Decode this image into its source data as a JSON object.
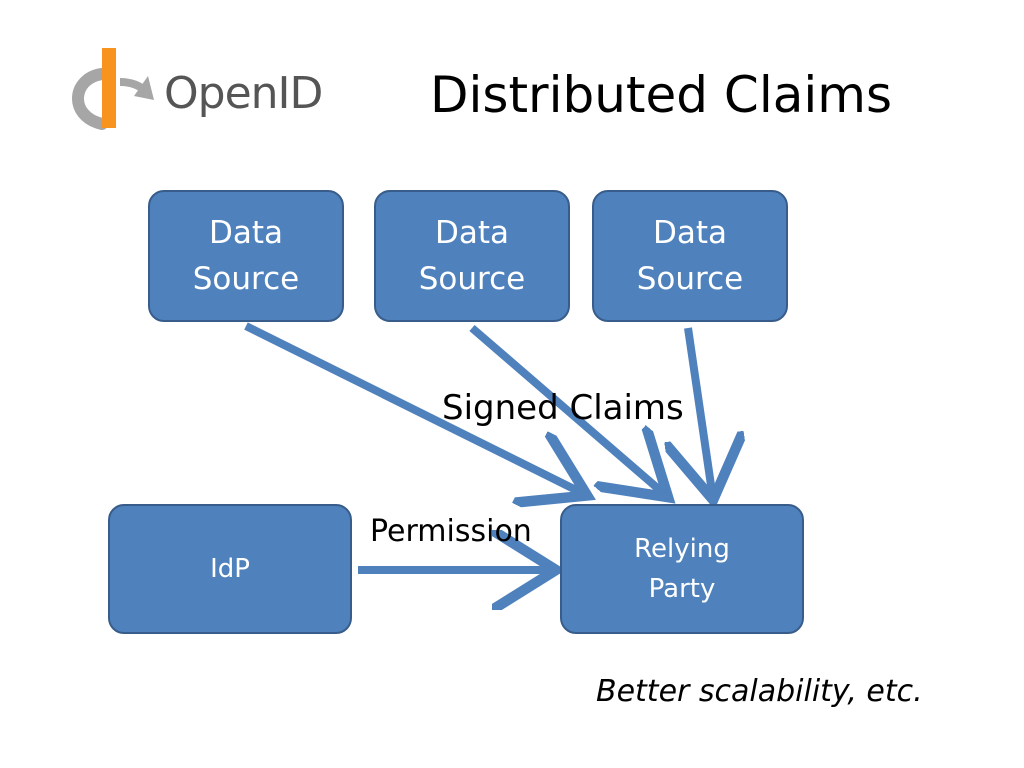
{
  "header": {
    "logo_text": "OpenID",
    "title": "Distributed Claims"
  },
  "diagram": {
    "sources": [
      {
        "label": "Data\nSource"
      },
      {
        "label": "Data\nSource"
      },
      {
        "label": "Data\nSource"
      }
    ],
    "idp": {
      "label": "IdP"
    },
    "relying_party": {
      "label": "Relying\nParty"
    },
    "signed_claims_label": "Signed Claims",
    "permission_label": "Permission"
  },
  "footer": {
    "note": "Better scalability, etc."
  },
  "colors": {
    "box_fill": "#4f81bd",
    "box_border": "#385d8a",
    "arrow": "#4f81bd",
    "logo_orange": "#f7931e",
    "logo_gray": "#a6a6a6"
  }
}
